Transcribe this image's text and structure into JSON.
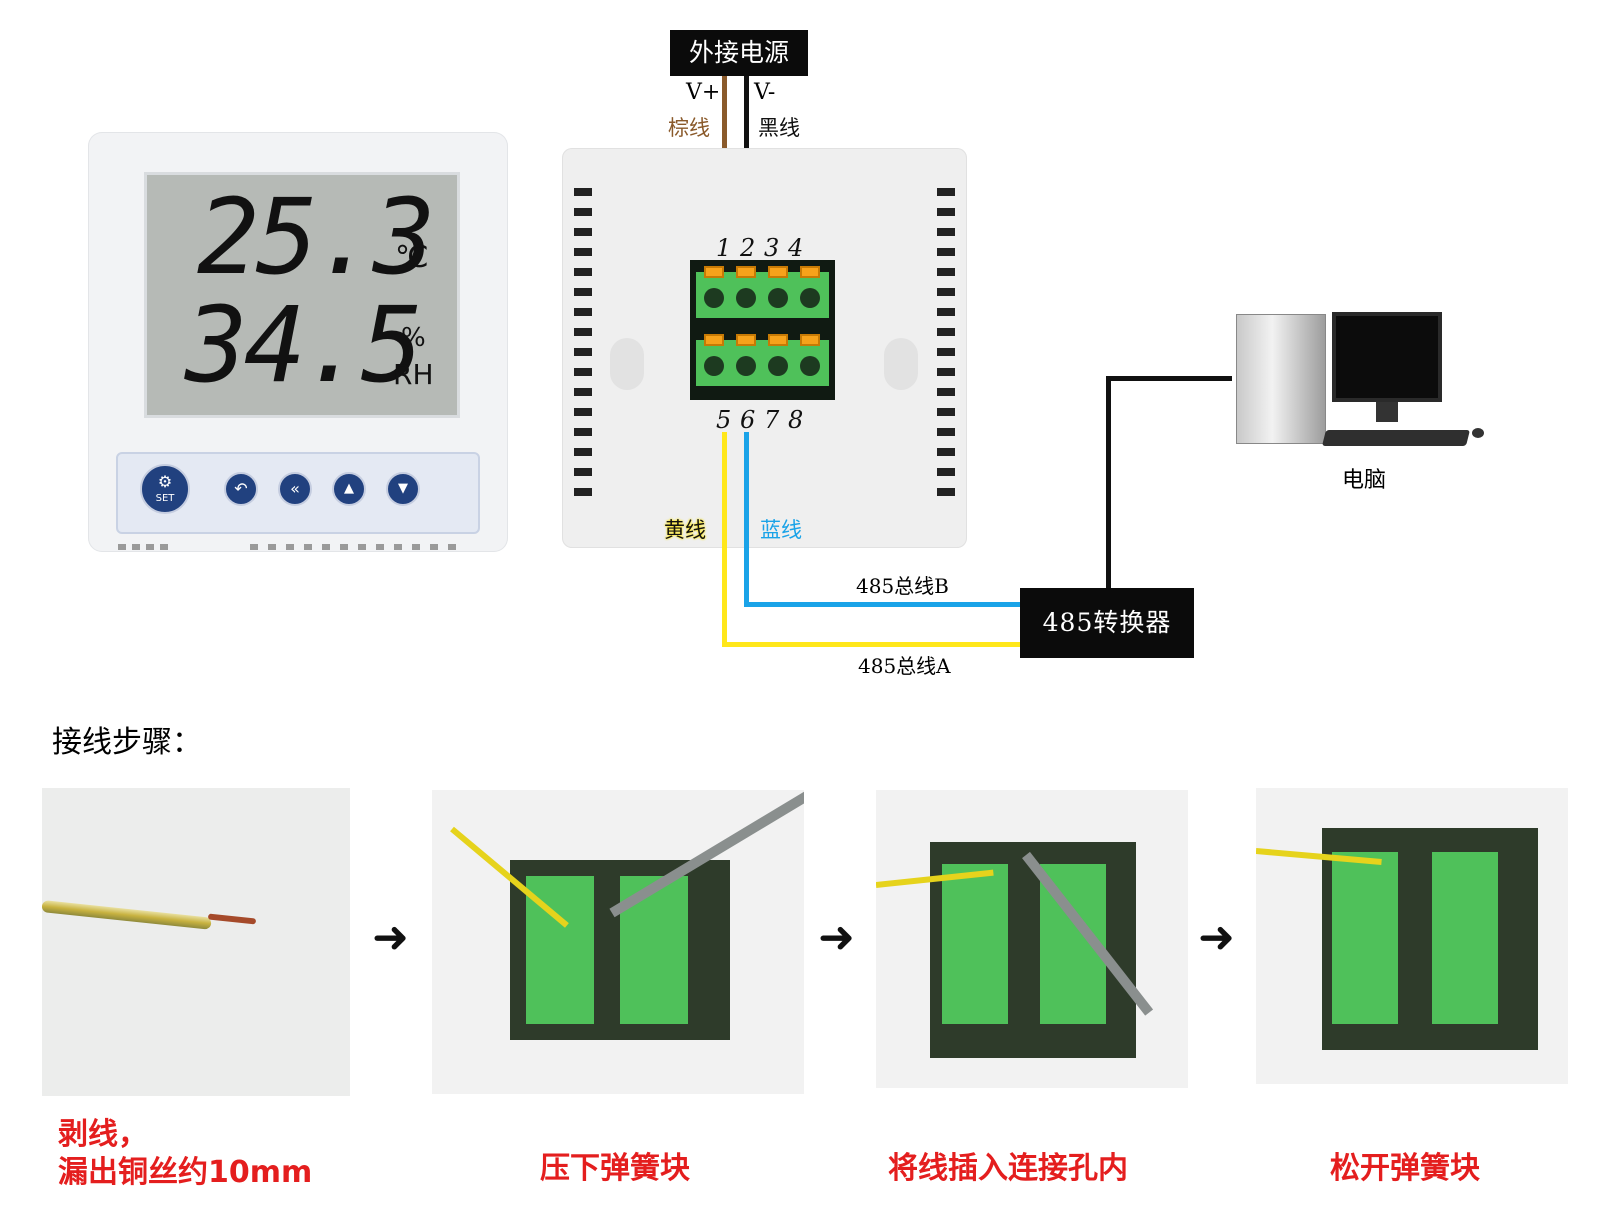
{
  "power": {
    "title": "外接电源",
    "vplus": "V+",
    "vminus": "V-",
    "brown_label": "棕线",
    "black_label": "黑线"
  },
  "display": {
    "temperature": "25.3",
    "temp_unit": "℃",
    "humidity": "34.5",
    "hum_unit_pct": "%",
    "hum_unit_rh": "RH",
    "set_label": "SET"
  },
  "terminals": {
    "top": [
      "1",
      "2",
      "3",
      "4"
    ],
    "bottom": [
      "5",
      "6",
      "7",
      "8"
    ]
  },
  "wires": {
    "yellow_label": "黄线",
    "blue_label": "蓝线",
    "bus_b": "485总线B",
    "bus_a": "485总线A"
  },
  "converter": {
    "label": "485转换器"
  },
  "computer": {
    "label": "电脑"
  },
  "steps": {
    "heading": "接线步骤：",
    "step1_line1": "剥线，",
    "step1_line2": "漏出铜丝约10mm",
    "step2": "压下弹簧块",
    "step3": "将线插入连接孔内",
    "step4": "松开弹簧块"
  },
  "colors": {
    "brown": "#8a5a2b",
    "black": "#111111",
    "yellow": "#ffe71a",
    "blue": "#1aa3e8",
    "red_text": "#e41e1e"
  },
  "icons": [
    "gear-icon",
    "back-icon",
    "double-left-icon",
    "up-triangle-icon",
    "down-triangle-icon",
    "arrow-right-icon",
    "computer-icon"
  ]
}
